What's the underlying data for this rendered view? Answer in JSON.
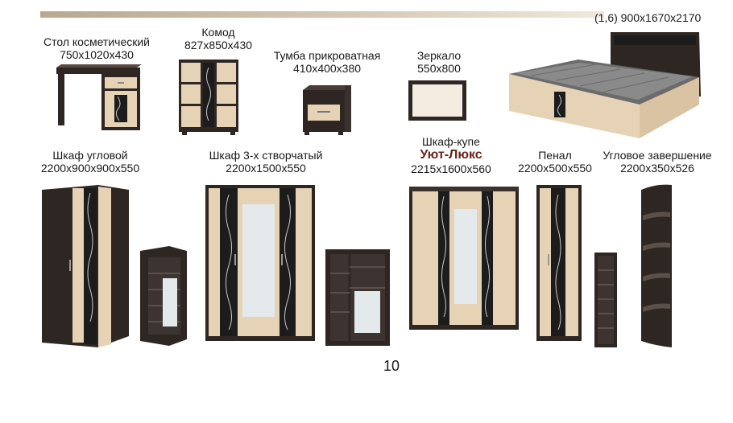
{
  "products": {
    "vanity_table": {
      "name": "Стол косметический",
      "size": "750x1020x430"
    },
    "dresser": {
      "name": "Комод",
      "size": "827x850x430"
    },
    "nightstand": {
      "name": "Тумба прикроватная",
      "size": "410x400x380"
    },
    "mirror": {
      "name": "Зеркало",
      "size": "550x800"
    },
    "bed": {
      "size": "(1,6) 900x1670x2170"
    },
    "corner_wardrobe": {
      "name": "Шкаф угловой",
      "size": "2200x900x900x550"
    },
    "wardrobe_3door": {
      "name": "Шкаф 3-х створчатый",
      "size": "2200x1500x550"
    },
    "sliding_wardrobe": {
      "name": "Шкаф-купе",
      "brand": "Уют-Люкс",
      "size": "2215x1600x560"
    },
    "pencil_case": {
      "name": "Пенал",
      "size": "2200x500x550"
    },
    "corner_end": {
      "name": "Угловое завершение",
      "size": "2200x350x526"
    }
  },
  "page_number": "10",
  "colors": {
    "wenge": "#2e2623",
    "oak": "#e6d2b5",
    "glass": "#1c1c1c",
    "mirror": "#e4e9ec",
    "brand": "#6a2318"
  }
}
